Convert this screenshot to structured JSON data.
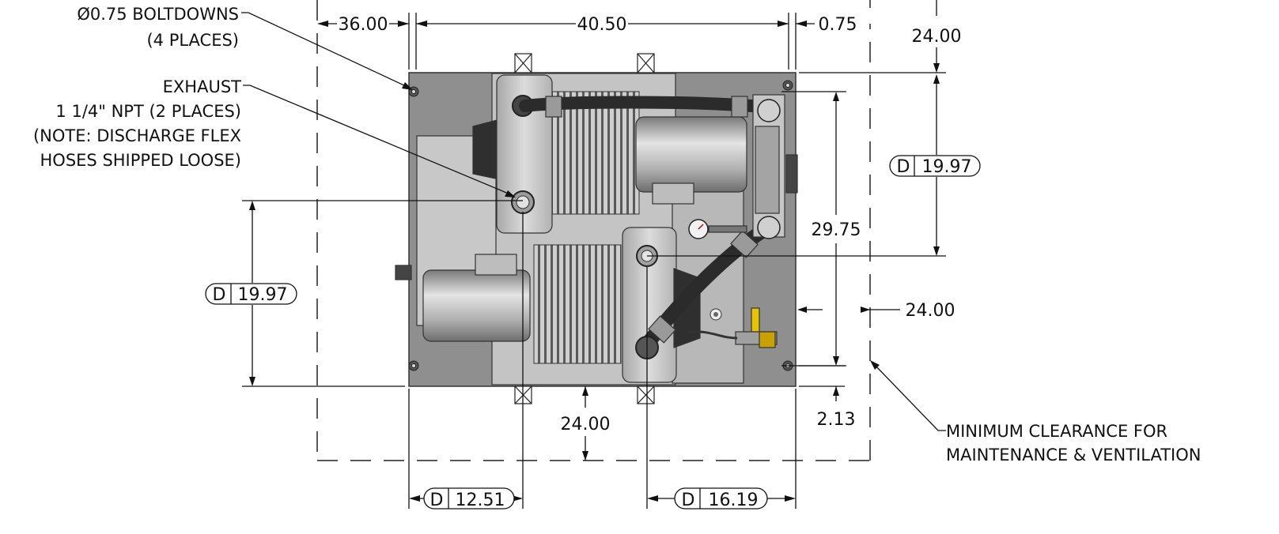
{
  "dimensions": {
    "left_offset": "36.00",
    "width": "40.50",
    "right_offset": "0.75",
    "top_clearance": "24.00",
    "base_depth_right": "19.97",
    "height": "29.75",
    "right_clearance": "24.00",
    "base_depth_left": "19.97",
    "bottom_clearance": "24.00",
    "bottom_right_offset": "2.13",
    "bottom_left_ref": "12.51",
    "bottom_right_ref": "16.19",
    "ref_prefix": "D"
  },
  "notes": {
    "boltdowns_line1": "Ø0.75 BOLTDOWNS",
    "boltdowns_line2": "(4 PLACES)",
    "exhaust_line1": "EXHAUST",
    "exhaust_line2": "1 1/4\" NPT (2 PLACES)",
    "exhaust_line3": "(NOTE: DISCHARGE FLEX",
    "exhaust_line4": "HOSES SHIPPED LOOSE)",
    "clearance_line1": "MINIMUM CLEARANCE FOR",
    "clearance_line2": "MAINTENANCE & VENTILATION"
  },
  "colors": {
    "base_plate": "#8f8f8f",
    "casting": "#c9c9c9",
    "motor": "#bcbcbc",
    "hose": "#3a3a3a",
    "valve_handle": "#e8c400"
  }
}
